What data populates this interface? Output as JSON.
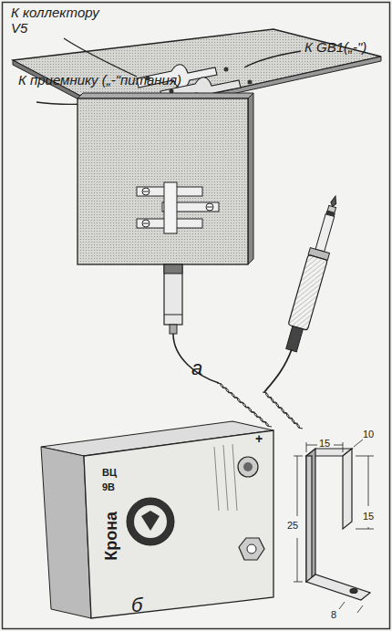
{
  "diagram": {
    "labels": [
      "К коллектору V5",
      "К GB1(„-\")",
      "К приемнику („-\"питания)",
      "а",
      "б",
      "15",
      "10",
      "15",
      "25",
      "8",
      "Крона",
      "ВЦ",
      "9В",
      "+"
    ]
  }
}
